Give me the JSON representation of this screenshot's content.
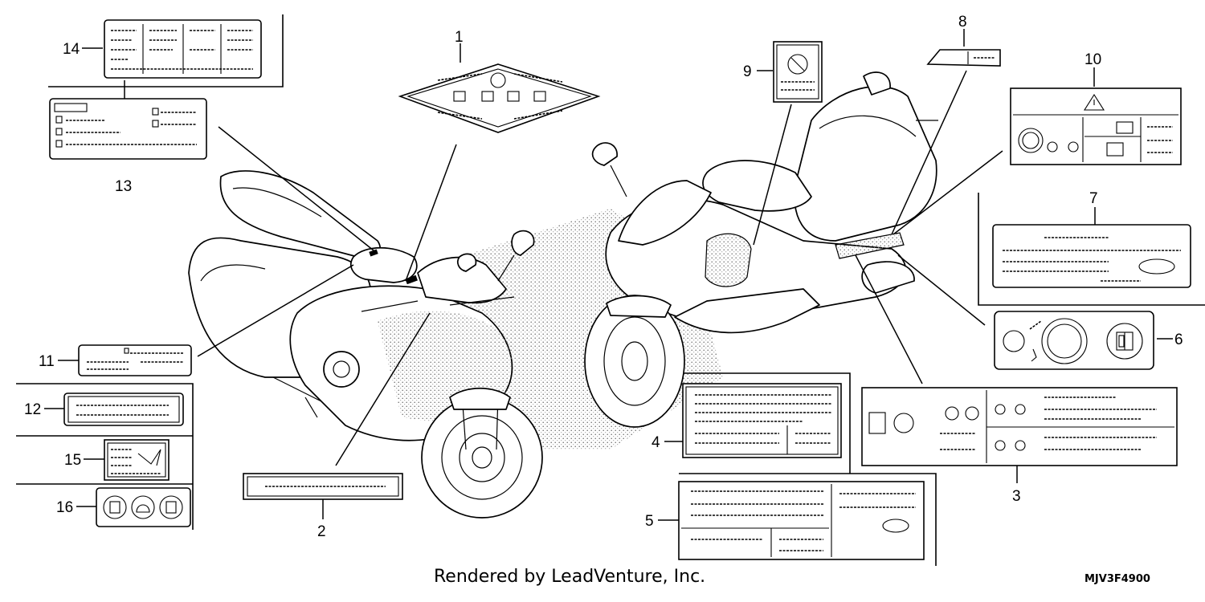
{
  "diagram": {
    "callouts": [
      "1",
      "2",
      "3",
      "4",
      "5",
      "6",
      "7",
      "8",
      "9",
      "10",
      "11",
      "12",
      "13",
      "14",
      "15",
      "16"
    ],
    "caption": "Rendered by LeadVenture, Inc.",
    "part_code": "MJV3F4900"
  },
  "icons": [
    "warning-triangle-icon",
    "owners-manual-icon",
    "ignition-key-icon",
    "helmet-icon"
  ]
}
